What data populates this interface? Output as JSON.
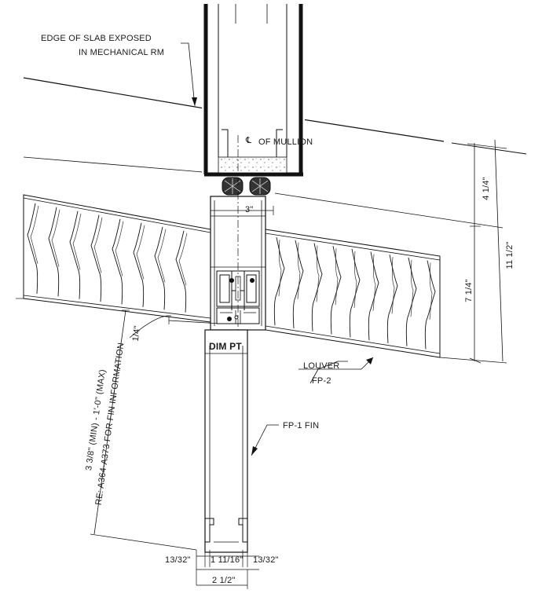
{
  "labels": {
    "slab_line1": "EDGE OF SLAB EXPOSED",
    "slab_line2": "IN MECHANICAL RM",
    "mullion_cl": "OF MULLION",
    "louver_line1": "LOUVER",
    "louver_line2": "FP-2",
    "fin": "FP-1 FIN",
    "dim_pt": "DIM PT",
    "fin_note_1": "3 3/8\"  (MIN)   - 1'-0\"  (MAX)",
    "fin_note_2": "RE: A364-A373 FOR FIN INFORMATION"
  },
  "dimensions": {
    "d_3": "3\"",
    "d_4_1_4": "4 1/4\"",
    "d_7_1_4": "7 1/4\"",
    "d_11_1_2": "11 1/2\"",
    "d_1_4": "1/4\"",
    "d_13_32_left": "13/32\"",
    "d_1_11_16": "1 11/16\"",
    "d_13_32_right": "13/32\"",
    "d_2_1_2": "2 1/2\""
  }
}
